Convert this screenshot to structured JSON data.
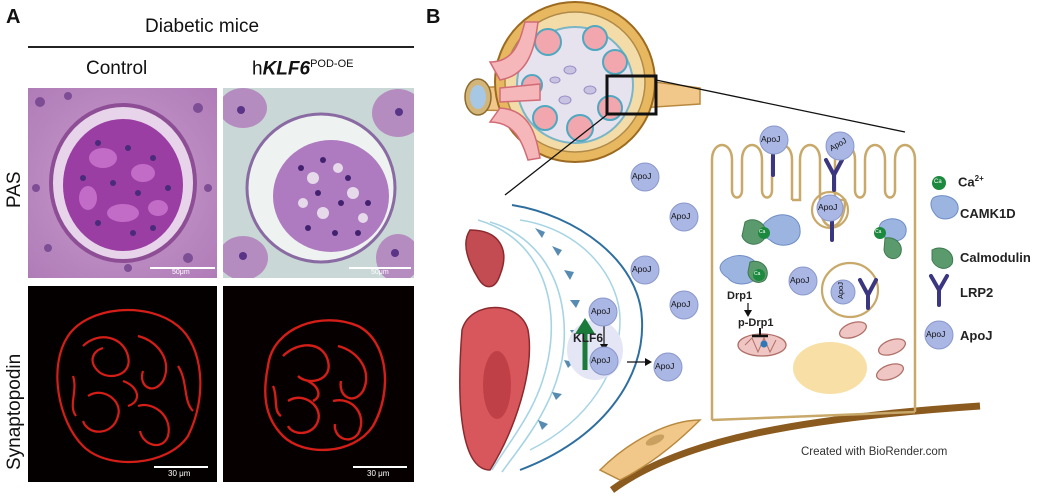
{
  "panel_a": {
    "letter": "A",
    "header": "Diabetic mice",
    "col_control": "Control",
    "col_oe_prefix": "h",
    "col_oe_gene": "KLF6",
    "col_oe_sup": "POD-OE",
    "row_pas": "PAS",
    "row_synaptopodin": "Synaptopodin",
    "scale_pas_1": "50μm",
    "scale_pas_2": "50μm",
    "scale_syn_1": "30 μm",
    "scale_syn_2": "30 μm"
  },
  "panel_b": {
    "letter": "B",
    "apoj": "ApoJ",
    "klf6": "KLF6",
    "drp1": "Drp1",
    "p_drp1": "p-Drp1",
    "ca": "Ca",
    "legend": {
      "ca_base": "Ca",
      "ca_sup": "2+",
      "camk1d": "CAMK1D",
      "calmodulin": "Calmodulin",
      "lrp2": "LRP2",
      "apoj": "ApoJ"
    },
    "credit": "Created with BioRender.com"
  },
  "colors": {
    "pas_purple": "#8a3f93",
    "synapto_red": "#e0201a",
    "apoj_fill": "#aab6e4",
    "cell_outline": "#c8a96a",
    "lrp2": "#3b3680",
    "camk1d": "#9bb4e0",
    "calmodulin": "#5a9a6c",
    "calcium": "#1c8a3e",
    "klf6_arrow": "#1a7a3a",
    "podocyte_blue": "#2f6f9f",
    "rbc_red": "#d7575c",
    "basement": "#8b5a1e"
  }
}
